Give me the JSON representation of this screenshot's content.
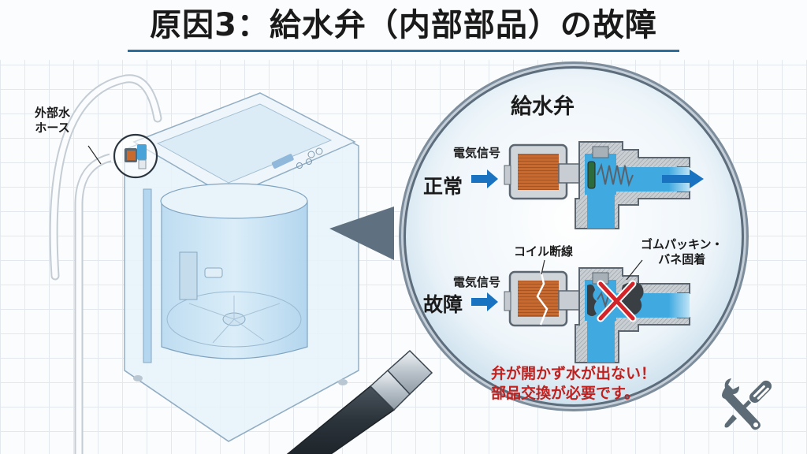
{
  "title": "原因3：給水弁（内部部品）の故障",
  "colors": {
    "title_rule": "#2d6f9c",
    "water_blue": "#3fa9e0",
    "arrow_blue": "#1a73c0",
    "coil_copper": "#c8692d",
    "error_red": "#d3242a",
    "warning_text": "#c0211f",
    "magnifier_frame": "#6b7c8c",
    "tool_icon": "#5d6b76"
  },
  "left_panel": {
    "hose_label_line1": "外部水",
    "hose_label_line2": "ホース",
    "subject": "washing-machine-transparent",
    "valve_highlight": "water-inlet-valve"
  },
  "magnifier": {
    "title": "給水弁",
    "normal": {
      "state_label": "正常",
      "signal_label": "電気信号"
    },
    "fault": {
      "state_label": "故障",
      "signal_label": "電気信号",
      "coil_callout": "コイル断線",
      "seal_callout_line1": "ゴムパッキン・",
      "seal_callout_line2": "バネ固着"
    },
    "warning_line1": "弁が開かず水が出ない！",
    "warning_line2": "部品交換が必要です。"
  },
  "icons": {
    "corner": "wrench-screwdriver-icon"
  }
}
